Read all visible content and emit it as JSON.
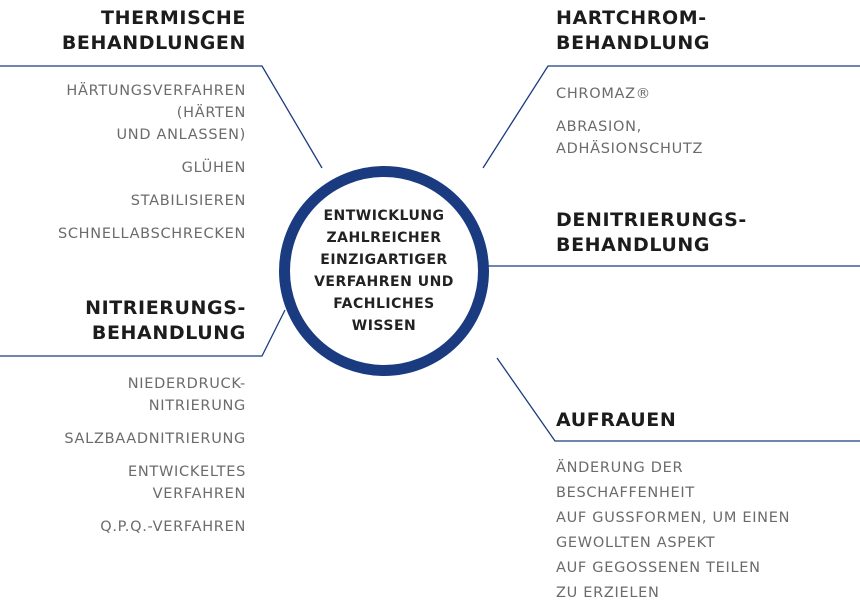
{
  "center": {
    "lines": [
      "ENTWICKLUNG",
      "ZAHLREICHER",
      "EINZIGARTIGER",
      "VERFAHREN UND",
      "FACHLICHES",
      "WISSEN"
    ]
  },
  "thermische": {
    "title_lines": [
      "THERMISCHE",
      "BEHANDLUNGEN"
    ],
    "items": [
      {
        "lines": [
          "HÄRTUNGSVERFAHREN",
          "(HÄRTEN",
          "UND ANLASSEN)"
        ]
      },
      {
        "lines": [
          "GLÜHEN"
        ]
      },
      {
        "lines": [
          "STABILISIEREN"
        ]
      },
      {
        "lines": [
          "SCHNELLABSCHRECKEN"
        ]
      }
    ]
  },
  "nitrierung": {
    "title_lines": [
      "NITRIERUNGS-",
      "BEHANDLUNG"
    ],
    "items": [
      {
        "lines": [
          "NIEDERDRUCK-",
          "NITRIERUNG"
        ]
      },
      {
        "lines": [
          "SALZBAADNITRIERUNG"
        ]
      },
      {
        "lines": [
          "ENTWICKELTES",
          "VERFAHREN"
        ]
      },
      {
        "lines": [
          "Q.P.Q.-VERFAHREN"
        ]
      }
    ]
  },
  "hartchrom": {
    "title_lines": [
      "HARTCHROM-",
      "BEHANDLUNG"
    ],
    "items": [
      {
        "lines": [
          "CHROMAZ®"
        ]
      },
      {
        "lines": [
          "ABRASION,",
          "ADHÄSIONSCHUTZ"
        ]
      }
    ]
  },
  "denitrierung": {
    "title_lines": [
      "DENITRIERUNGS-",
      "BEHANDLUNG"
    ]
  },
  "aufrauen": {
    "title_lines": [
      "AUFRAUEN"
    ],
    "items": [
      {
        "lines": [
          "ÄNDERUNG DER",
          "BESCHAFFENHEIT",
          "AUF GUSSFORMEN, UM EINEN",
          "GEWOLLTEN ASPEKT",
          "AUF GEGOSSENEN TEILEN",
          "ZU ERZIELEN"
        ]
      }
    ]
  },
  "colors": {
    "accent": "#1b3b80",
    "title": "#1c1c1c",
    "text": "#6b6b6b"
  }
}
